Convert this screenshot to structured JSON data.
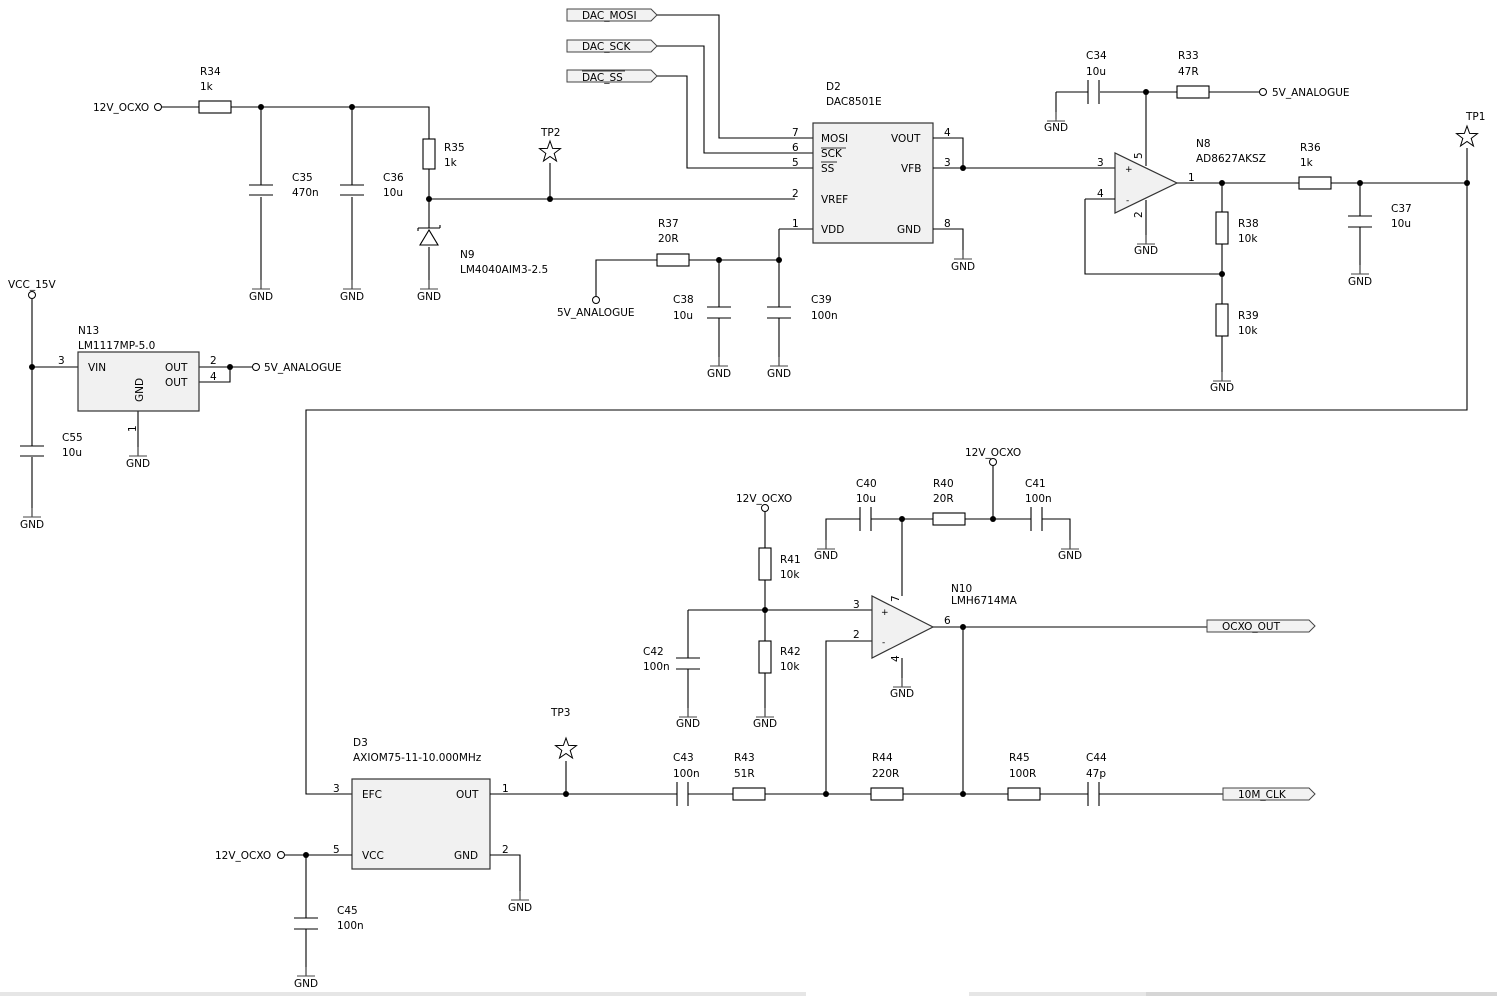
{
  "net_labels": {
    "dac_mosi": "DAC_MOSI",
    "dac_sck": "DAC_SCK",
    "dac_ss": "DAC_SS",
    "v12_ocxo": "12V_OCXO",
    "v5_analogue": "5V_ANALOGUE",
    "vcc_15v": "VCC_15V",
    "gnd": "GND",
    "ocxo_out": "OCXO_OUT",
    "clk_10m": "10M_CLK"
  },
  "test_points": {
    "tp1": "TP1",
    "tp2": "TP2",
    "tp3": "TP3"
  },
  "components": {
    "r34": {
      "ref": "R34",
      "value": "1k"
    },
    "c35": {
      "ref": "C35",
      "value": "470n"
    },
    "c36": {
      "ref": "C36",
      "value": "10u"
    },
    "r35": {
      "ref": "R35",
      "value": "1k"
    },
    "n9": {
      "ref": "N9",
      "value": "LM4040AIM3-2.5"
    },
    "d2": {
      "ref": "D2",
      "value": "DAC8501E",
      "pins": {
        "mosi": "MOSI",
        "sck": "SCK",
        "ss": "SS",
        "vref": "VREF",
        "vdd": "VDD",
        "vout": "VOUT",
        "vfb": "VFB",
        "gnd": "GND"
      },
      "pin_numbers": {
        "mosi": "7",
        "sck": "6",
        "ss": "5",
        "vref": "2",
        "vdd": "1",
        "vout": "4",
        "vfb": "3",
        "gnd": "8"
      }
    },
    "r37": {
      "ref": "R37",
      "value": "20R"
    },
    "c38": {
      "ref": "C38",
      "value": "10u"
    },
    "c39": {
      "ref": "C39",
      "value": "100n"
    },
    "c34": {
      "ref": "C34",
      "value": "10u"
    },
    "r33": {
      "ref": "R33",
      "value": "47R"
    },
    "n8": {
      "ref": "N8",
      "value": "AD8627AKSZ",
      "pin_numbers": {
        "inp": "3",
        "inn": "4",
        "out": "1",
        "vp": "5",
        "vn": "2"
      }
    },
    "r36": {
      "ref": "R36",
      "value": "1k"
    },
    "c37": {
      "ref": "C37",
      "value": "10u"
    },
    "r38": {
      "ref": "R38",
      "value": "10k"
    },
    "r39": {
      "ref": "R39",
      "value": "10k"
    },
    "n13": {
      "ref": "N13",
      "value": "LM1117MP-5.0",
      "pins": {
        "vin": "VIN",
        "out1": "OUT",
        "out2": "OUT",
        "gnd": "GND"
      },
      "pin_numbers": {
        "vin": "3",
        "out1": "2",
        "out2": "4",
        "gnd": "1"
      }
    },
    "c55": {
      "ref": "C55",
      "value": "10u"
    },
    "c40": {
      "ref": "C40",
      "value": "10u"
    },
    "r40": {
      "ref": "R40",
      "value": "20R"
    },
    "c41": {
      "ref": "C41",
      "value": "100n"
    },
    "r41": {
      "ref": "R41",
      "value": "10k"
    },
    "r42": {
      "ref": "R42",
      "value": "10k"
    },
    "c42": {
      "ref": "C42",
      "value": "100n"
    },
    "n10": {
      "ref": "N10",
      "value": "LMH6714MA",
      "pin_numbers": {
        "inp": "3",
        "inn": "2",
        "out": "6",
        "vp": "7",
        "vn": "4"
      }
    },
    "d3": {
      "ref": "D3",
      "value": "AXIOM75-11-10.000MHz",
      "pins": {
        "efc": "EFC",
        "out": "OUT",
        "vcc": "VCC",
        "gnd": "GND"
      },
      "pin_numbers": {
        "efc": "3",
        "out": "1",
        "vcc": "5",
        "gnd": "2"
      }
    },
    "c43": {
      "ref": "C43",
      "value": "100n"
    },
    "r43": {
      "ref": "R43",
      "value": "51R"
    },
    "r44": {
      "ref": "R44",
      "value": "220R"
    },
    "r45": {
      "ref": "R45",
      "value": "100R"
    },
    "c44": {
      "ref": "C44",
      "value": "47p"
    },
    "c45": {
      "ref": "C45",
      "value": "100n"
    }
  },
  "colors": {
    "wire": "#000000",
    "part_fill": "#f1f1f1",
    "flag_fill": "#f2f2f2",
    "background": "#ffffff"
  }
}
